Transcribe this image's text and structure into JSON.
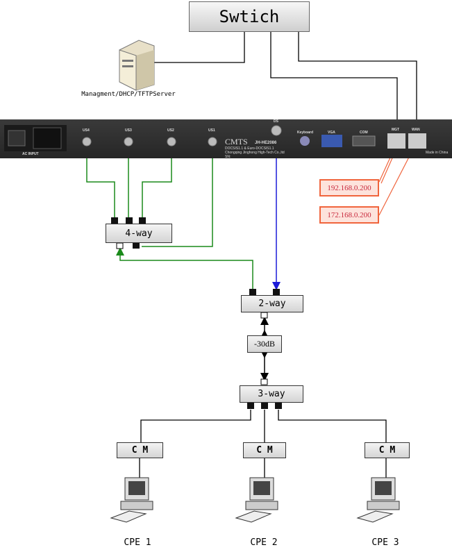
{
  "switch": {
    "label": "Swtich"
  },
  "server": {
    "label": "Managment/DHCP/TFTPServer"
  },
  "cmts": {
    "power_label": "AC  INPUT",
    "ports": {
      "us4": "US4",
      "us3": "US3",
      "us2": "US2",
      "us1": "US1",
      "ds": "DS",
      "keyboard": "Keyboard",
      "vga": "VGA",
      "com": "COM",
      "mgt": "MGT",
      "wan": "WAN"
    },
    "brand": "CMTS",
    "model": "JH-HE2086",
    "info_lines": [
      "DOCSIS1.1 & Euro-DOCSIS1.1",
      "Chongqing Jinghong High-Tech Co.,ltd",
      "SN:"
    ],
    "made_in": "Made in China"
  },
  "ip_labels": {
    "mgt": "192.168.0.200",
    "wan": "172.168.0.200"
  },
  "splitters": {
    "four_way": "4-way",
    "two_way": "2-way",
    "three_way": "3-way"
  },
  "attenuator": "-30dB",
  "modems": [
    "C M",
    "C M",
    "C M"
  ],
  "cpes": [
    "CPE 1",
    "CPE 2",
    "CPE 3"
  ],
  "colors": {
    "upstream": "#1a8a1a",
    "downstream": "#1a1ad8",
    "ip_link": "#f0643c"
  }
}
